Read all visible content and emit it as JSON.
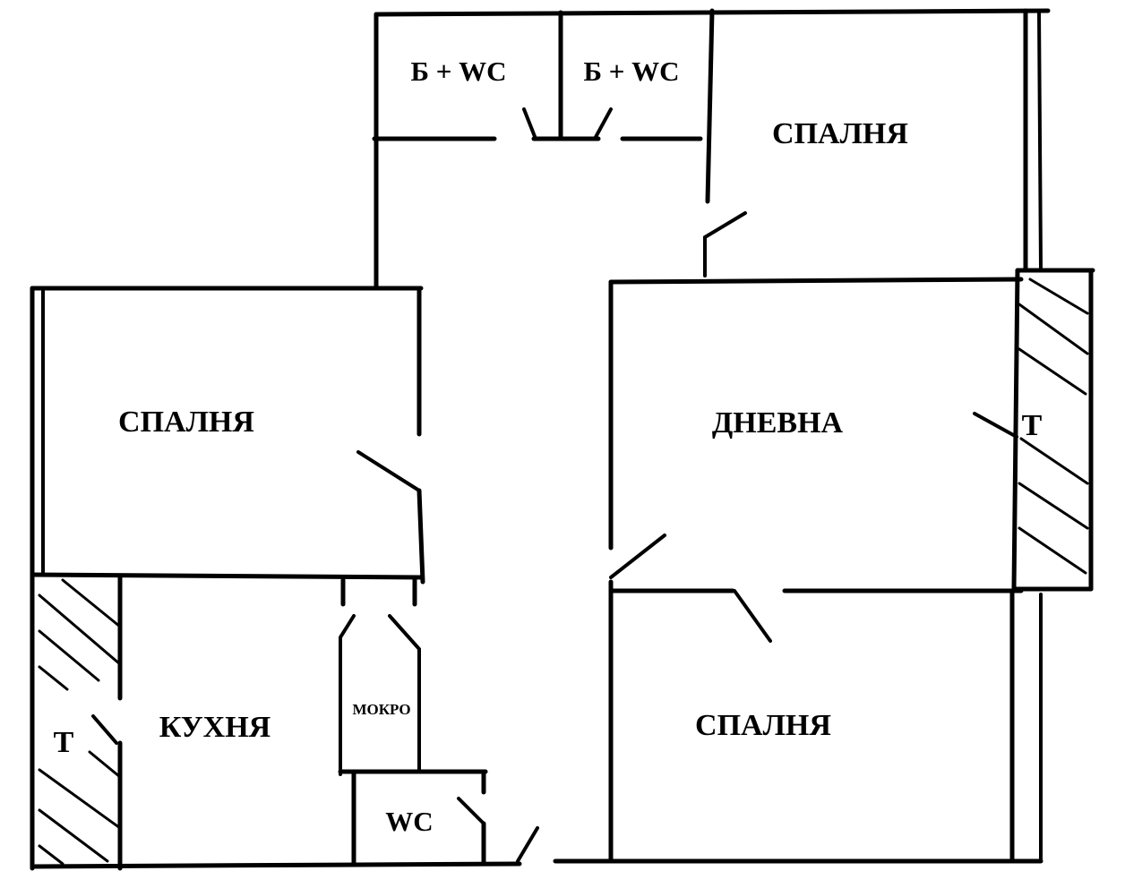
{
  "rooms": {
    "bath_wc_1": "Б + WC",
    "bath_wc_2": "Б + WC",
    "bedroom_top_right": "СПАЛНЯ",
    "bedroom_left": "СПАЛНЯ",
    "living_room": "ДНЕВНА",
    "terrace_right": "Т",
    "kitchen": "КУХНЯ",
    "terrace_left": "Т",
    "laundry": "МОКРО",
    "wc": "WC",
    "bedroom_bottom_right": "СПАЛНЯ"
  }
}
